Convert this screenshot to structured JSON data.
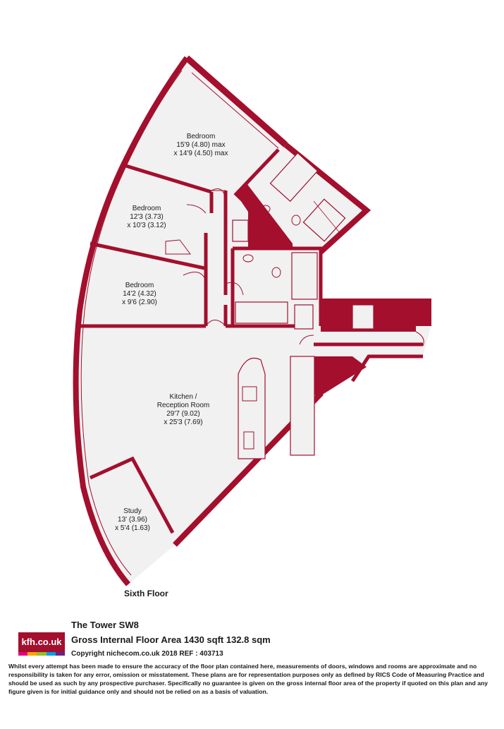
{
  "colors": {
    "wall": "#a30f2d",
    "floor": "#f1f1f1",
    "text": "#1a1a1a"
  },
  "plan": {
    "rooms": [
      {
        "id": "bedroom1",
        "name": "Bedroom",
        "dims1": "15'9 (4.80) max",
        "dims2": "x 14'9 (4.50) max"
      },
      {
        "id": "bedroom2",
        "name": "Bedroom",
        "dims1": "12'3 (3.73)",
        "dims2": "x 10'3 (3.12)"
      },
      {
        "id": "bedroom3",
        "name": "Bedroom",
        "dims1": "14'2 (4.32)",
        "dims2": "x 9'6 (2.90)"
      },
      {
        "id": "kitchen",
        "name": "Kitchen /",
        "name2": "Reception Room",
        "dims1": "29'7 (9.02)",
        "dims2": "x 25'3 (7.69)"
      },
      {
        "id": "study",
        "name": "Study",
        "dims1": "13' (3.96)",
        "dims2": "x 5'4 (1.63)"
      }
    ],
    "floor_label": "Sixth Floor"
  },
  "footer": {
    "logo_text": "kfh.co.uk",
    "logo_stripe_colors": [
      "#e6007e",
      "#f7a600",
      "#95c11f",
      "#009fe3",
      "#662483"
    ],
    "title": "The Tower  SW8",
    "area": "Gross Internal Floor Area 1430 sqft 132.8 sqm",
    "copyright": "Copyright nichecom.co.uk 2018 REF : 403713",
    "disclaimer": "Whilst every attempt has been made to ensure the accuracy of the floor plan contained here, measurements of doors, windows and rooms are approximate and no responsibility is taken for any error, omission or misstatement.  These plans are for representation purposes only as defined by RICS Code of Measuring Practice and should be used as such by any prospective purchaser.  Specifically no guarantee is given on the gross internal floor area of the property if quoted on this plan and any figure given is for initial guidance only and should not be relied on as a basis of valuation."
  }
}
